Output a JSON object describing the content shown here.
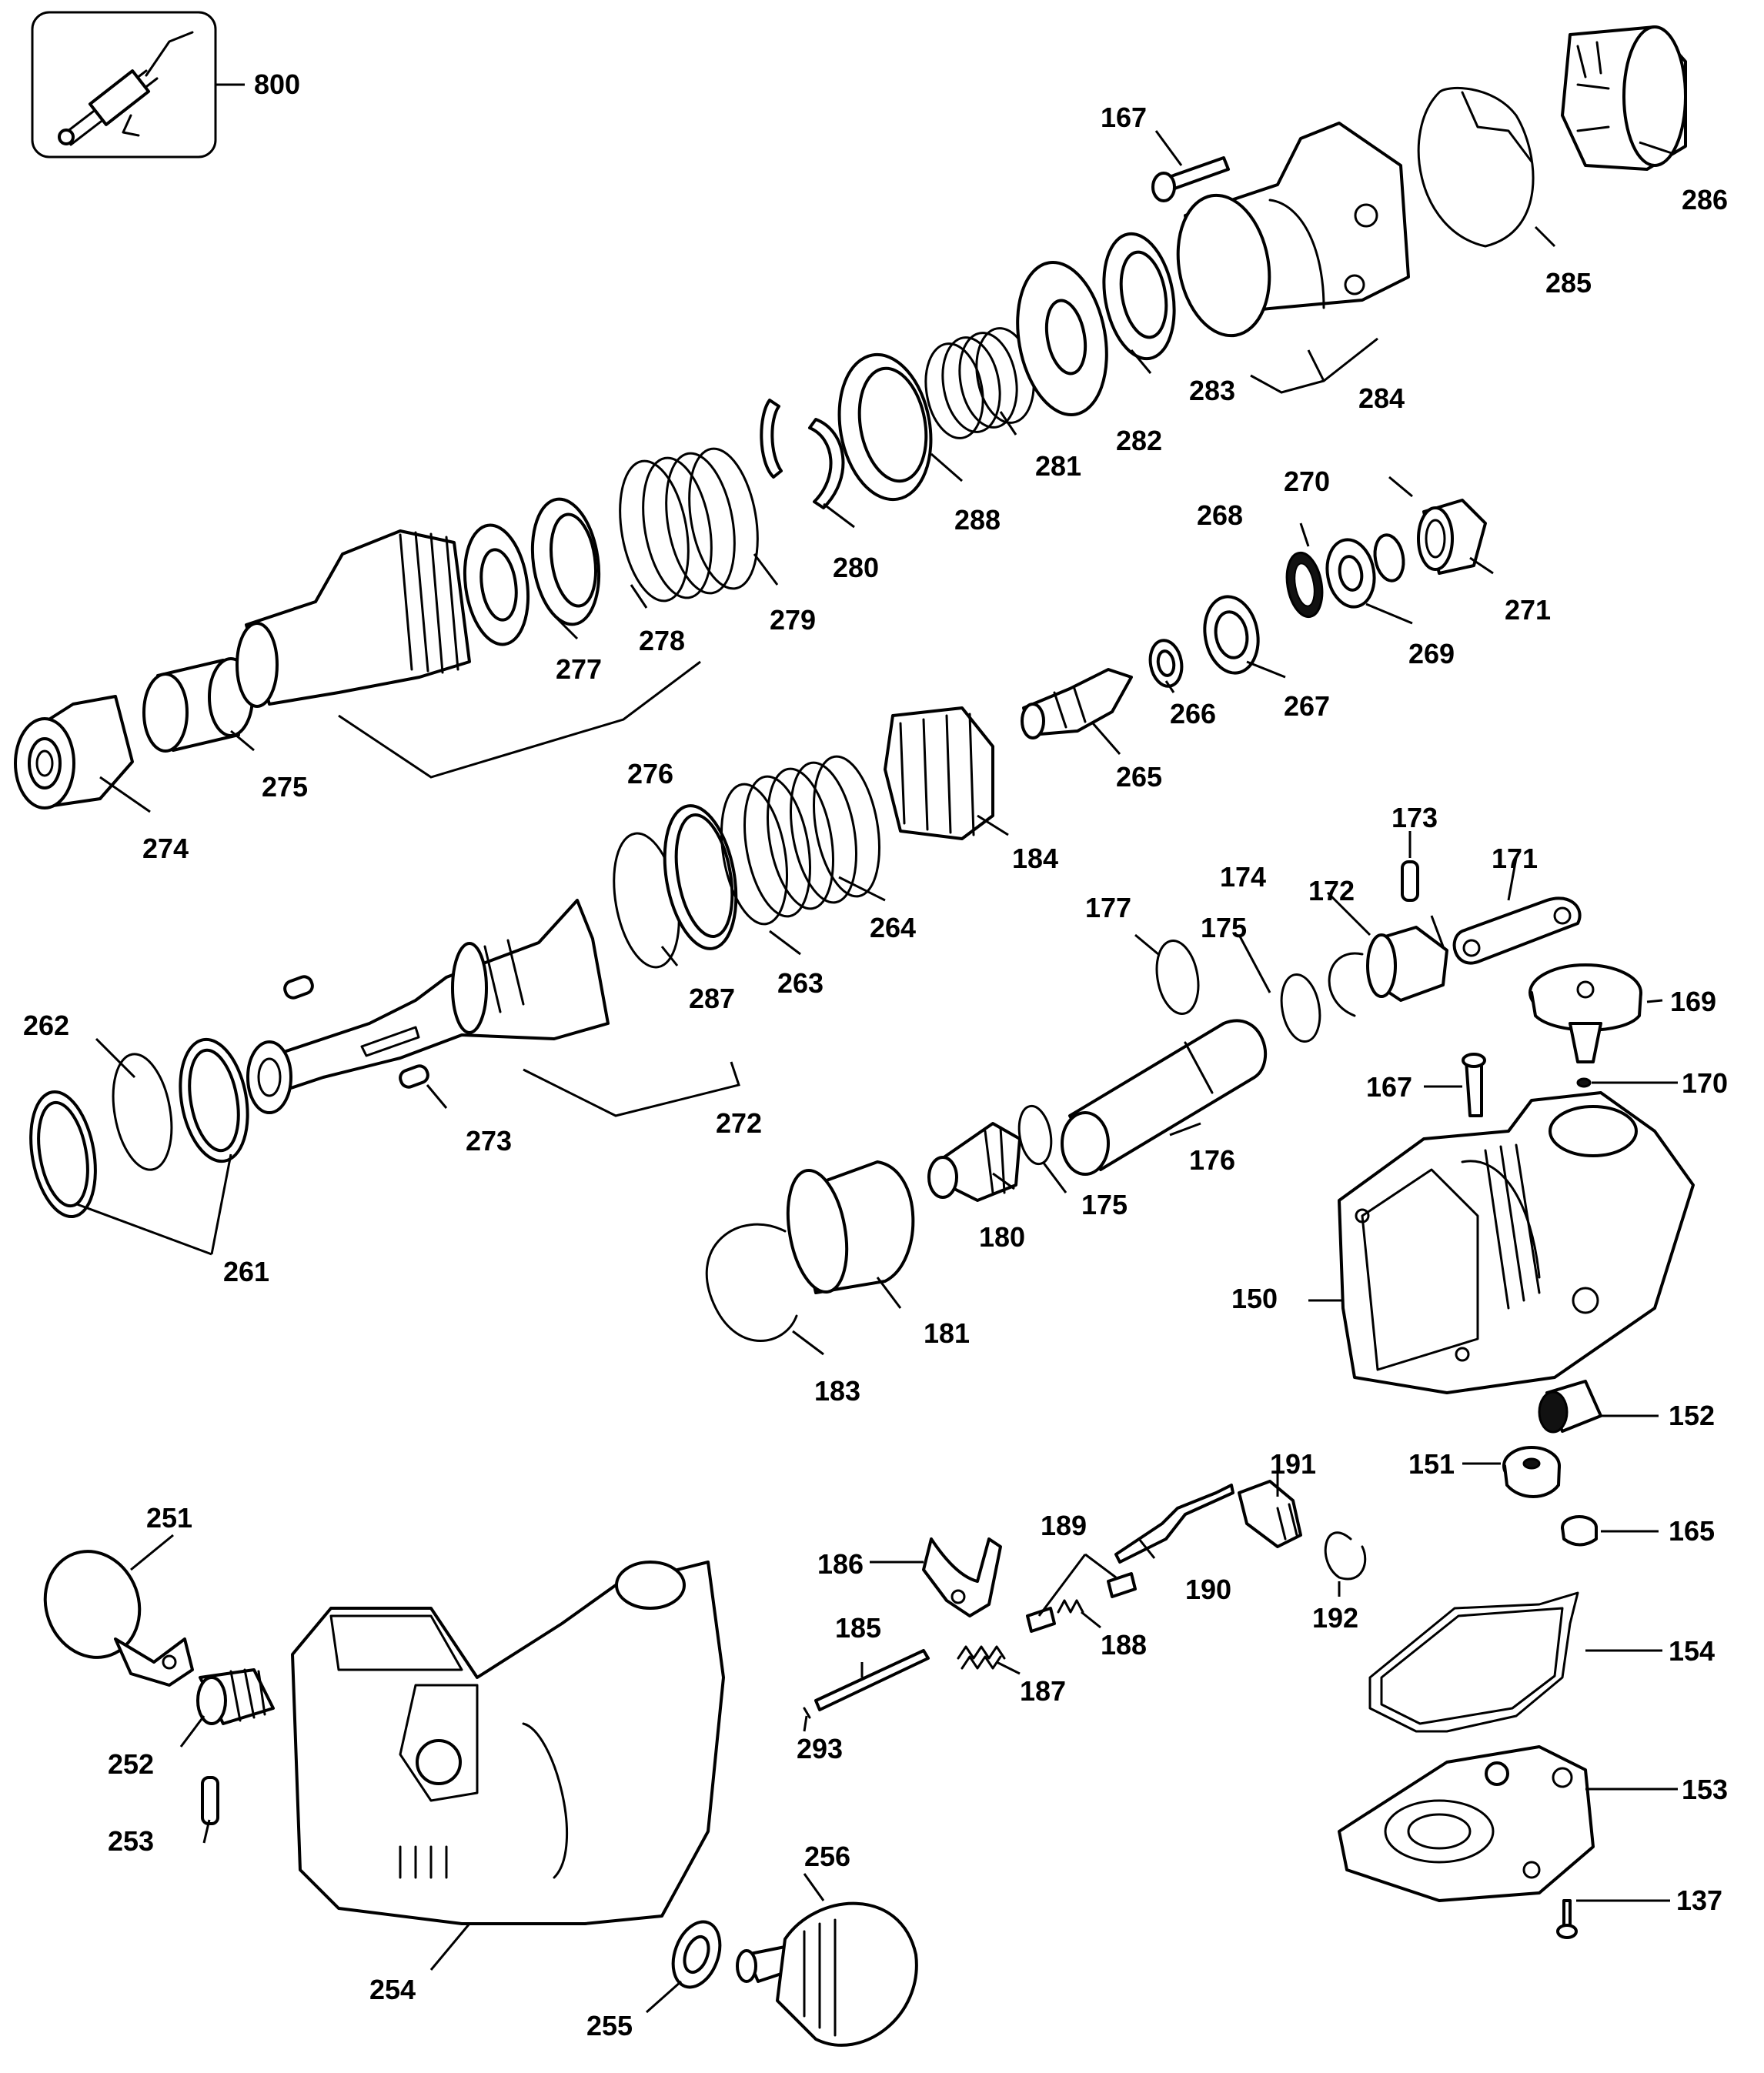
{
  "diagram": {
    "part_numbers": [
      "800",
      "167",
      "286",
      "285",
      "283",
      "284",
      "282",
      "281",
      "288",
      "280",
      "279",
      "278",
      "277",
      "276",
      "275",
      "274",
      "270",
      "268",
      "271",
      "269",
      "267",
      "266",
      "265",
      "184",
      "264",
      "263",
      "287",
      "173",
      "171",
      "174",
      "172",
      "177",
      "175",
      "169",
      "262",
      "272",
      "273",
      "261",
      "170",
      "167",
      "176",
      "180",
      "175",
      "181",
      "183",
      "150",
      "152",
      "151",
      "191",
      "165",
      "189",
      "186",
      "190",
      "185",
      "188",
      "187",
      "192",
      "154",
      "251",
      "293",
      "252",
      "253",
      "153",
      "256",
      "137",
      "254",
      "255"
    ]
  }
}
